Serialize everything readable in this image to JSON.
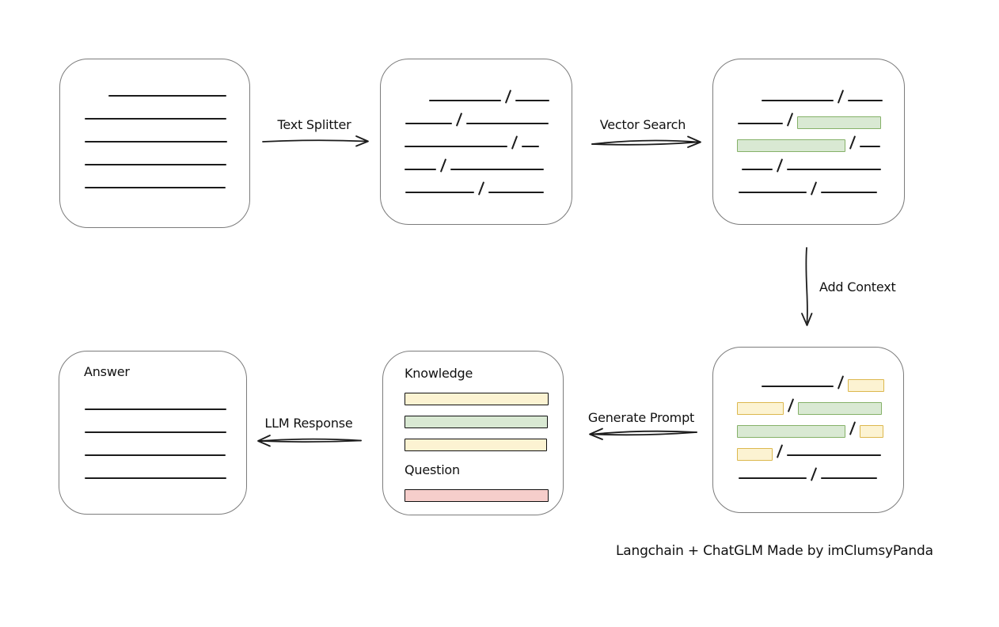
{
  "caption": {
    "text": "Langchain + ChatGLM Made by imClumsyPanda"
  },
  "colors": {
    "box_border": "#7c7c7c",
    "line": "#1c1c1c",
    "green_fill": "#d9e9d3",
    "green_stroke": "#85b168",
    "yellow_fill": "#fcf3d2",
    "yellow_stroke": "#dcb84e",
    "red_fill": "#f6cecb",
    "red_stroke": "#c0524e"
  },
  "labels": {
    "text_splitter": "Text Splitter",
    "vector_search": "Vector Search",
    "add_context": "Add Context",
    "generate_prompt": "Generate Prompt",
    "llm_response": "LLM Response"
  },
  "boxes": {
    "document": {
      "rows": [
        {
          "indent": 61,
          "segs": [
            {
              "t": "line",
              "w": 149
            }
          ]
        },
        {
          "indent": 31,
          "segs": [
            {
              "t": "line",
              "w": 179
            }
          ]
        },
        {
          "indent": 31,
          "segs": [
            {
              "t": "line",
              "w": 180
            }
          ]
        },
        {
          "indent": 31,
          "segs": [
            {
              "t": "line",
              "w": 179
            }
          ]
        },
        {
          "indent": 31,
          "segs": [
            {
              "t": "line",
              "w": 178
            }
          ]
        }
      ]
    },
    "split_text": {
      "rows": [
        {
          "indent": 61,
          "segs": [
            {
              "t": "line",
              "w": 91
            },
            {
              "t": "slash"
            },
            {
              "t": "line",
              "w": 43
            }
          ]
        },
        {
          "indent": 31,
          "segs": [
            {
              "t": "line",
              "w": 59
            },
            {
              "t": "slash"
            },
            {
              "t": "line",
              "w": 104
            }
          ]
        },
        {
          "indent": 30,
          "segs": [
            {
              "t": "line",
              "w": 130
            },
            {
              "t": "slash"
            },
            {
              "t": "line",
              "w": 22
            }
          ]
        },
        {
          "indent": 30,
          "segs": [
            {
              "t": "line",
              "w": 40
            },
            {
              "t": "slash"
            },
            {
              "t": "line",
              "w": 118
            }
          ]
        },
        {
          "indent": 31,
          "segs": [
            {
              "t": "line",
              "w": 87
            },
            {
              "t": "slash"
            },
            {
              "t": "line",
              "w": 70
            }
          ]
        }
      ]
    },
    "vector_matches": {
      "rows": [
        {
          "indent": 61,
          "segs": [
            {
              "t": "line",
              "w": 91
            },
            {
              "t": "slash"
            },
            {
              "t": "line",
              "w": 44
            }
          ]
        },
        {
          "indent": 31,
          "segs": [
            {
              "t": "line",
              "w": 57
            },
            {
              "t": "slash"
            },
            {
              "t": "green",
              "w": 104
            }
          ]
        },
        {
          "indent": 30,
          "segs": [
            {
              "t": "green",
              "w": 135
            },
            {
              "t": "slash"
            },
            {
              "t": "line",
              "w": 26
            }
          ]
        },
        {
          "indent": 36,
          "segs": [
            {
              "t": "line",
              "w": 39
            },
            {
              "t": "slash"
            },
            {
              "t": "line",
              "w": 119
            }
          ]
        },
        {
          "indent": 32,
          "segs": [
            {
              "t": "line",
              "w": 86
            },
            {
              "t": "slash"
            },
            {
              "t": "line",
              "w": 71
            }
          ]
        }
      ]
    },
    "context": {
      "rows": [
        {
          "indent": 61,
          "segs": [
            {
              "t": "line",
              "w": 91
            },
            {
              "t": "slash"
            },
            {
              "t": "yellow",
              "w": 44
            }
          ]
        },
        {
          "indent": 30,
          "segs": [
            {
              "t": "yellow",
              "w": 57
            },
            {
              "t": "slash"
            },
            {
              "t": "green",
              "w": 104
            }
          ]
        },
        {
          "indent": 30,
          "segs": [
            {
              "t": "green",
              "w": 135
            },
            {
              "t": "slash"
            },
            {
              "t": "yellow",
              "w": 28
            }
          ]
        },
        {
          "indent": 30,
          "segs": [
            {
              "t": "yellow",
              "w": 43
            },
            {
              "t": "slash"
            },
            {
              "t": "line",
              "w": 119
            }
          ]
        },
        {
          "indent": 32,
          "segs": [
            {
              "t": "line",
              "w": 86
            },
            {
              "t": "slash"
            },
            {
              "t": "line",
              "w": 71
            }
          ]
        }
      ]
    },
    "prompt": {
      "knowledge_label": "Knowledge",
      "question_label": "Question",
      "knowledge_bars": [
        {
          "t": "yellow",
          "w": 180
        },
        {
          "t": "green",
          "w": 179
        },
        {
          "t": "yellow",
          "w": 178
        }
      ],
      "question_bars": [
        {
          "t": "red",
          "w": 180
        }
      ]
    },
    "answer": {
      "label": "Answer",
      "rows": [
        {
          "indent": 1,
          "segs": [
            {
              "t": "line",
              "w": 179
            }
          ]
        },
        {
          "indent": 1,
          "segs": [
            {
              "t": "line",
              "w": 179
            }
          ]
        },
        {
          "indent": 1,
          "segs": [
            {
              "t": "line",
              "w": 178
            }
          ]
        },
        {
          "indent": 1,
          "segs": [
            {
              "t": "line",
              "w": 179
            }
          ]
        }
      ]
    }
  }
}
